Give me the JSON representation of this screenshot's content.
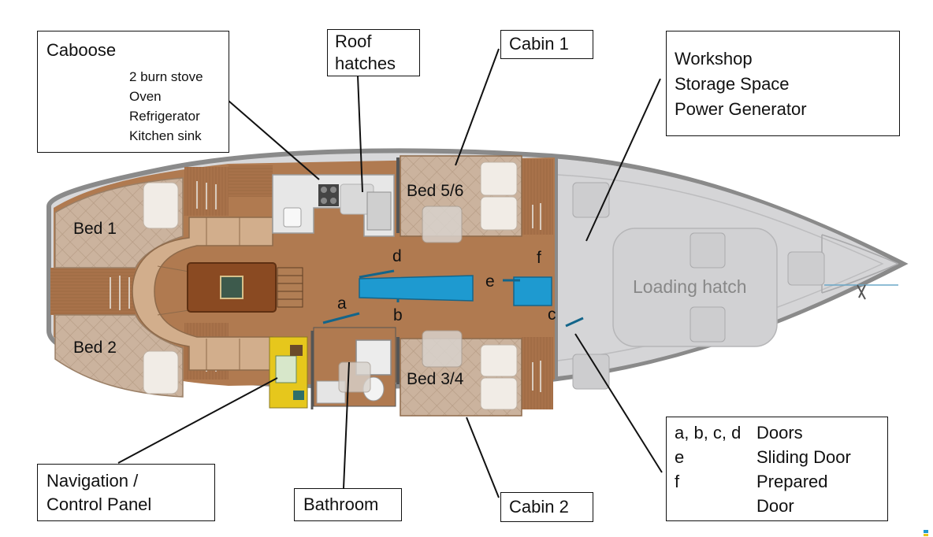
{
  "callouts": {
    "caboose": {
      "title": "Caboose",
      "items": [
        "2 burn stove",
        "Oven",
        "Refrigerator",
        "Kitchen sink"
      ]
    },
    "roof_hatches": {
      "line1": "Roof",
      "line2": "hatches"
    },
    "cabin1": "Cabin 1",
    "workshop": {
      "lines": [
        "Workshop",
        "Storage Space",
        "Power Generator"
      ]
    },
    "navigation": {
      "line1": "Navigation /",
      "line2": "Control Panel"
    },
    "bathroom": "Bathroom",
    "cabin2": "Cabin 2",
    "legend": [
      {
        "key": "a, b, c, d",
        "value": "Doors"
      },
      {
        "key": "e",
        "value": "Sliding Door"
      },
      {
        "key": "f",
        "value": "Prepared"
      },
      {
        "key": "",
        "value": "Door"
      }
    ]
  },
  "plan_labels": {
    "bed1": "Bed 1",
    "bed2": "Bed 2",
    "bed56": "Bed 5/6",
    "bed34": "Bed 3/4",
    "loading_hatch": "Loading hatch",
    "door_a": "a",
    "door_b": "b",
    "door_c": "c",
    "door_d": "d",
    "door_e": "e",
    "door_f": "f"
  },
  "colors": {
    "hull_outline": "#8c8c8c",
    "wood": "#a8764a",
    "floor": "#b27b52",
    "upholstery": "#cfac8a",
    "bed": "#cdb7a3",
    "deck": "#d9d9db",
    "door_blue": "#1f9bd1",
    "nav_panel": "#e8c81c"
  }
}
